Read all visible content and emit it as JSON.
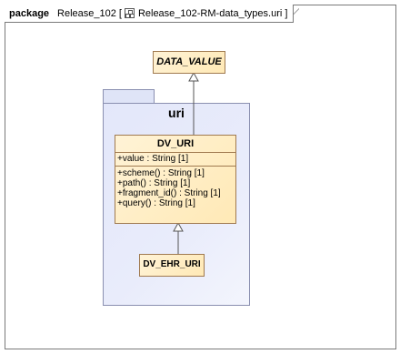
{
  "frame": {
    "keyword": "package",
    "name": "Release_102",
    "bracket_open": "[",
    "diagram_name": "Release_102-RM-data_types.uri",
    "bracket_close": "]",
    "diagram_icon": "class-diagram-icon"
  },
  "package": {
    "name": "uri"
  },
  "classes": {
    "data_value": {
      "name": "DATA_VALUE"
    },
    "dv_uri": {
      "name": "DV_URI",
      "attributes": [
        "+value : String [1]"
      ],
      "operations": [
        "+scheme() : String [1]",
        "+path() : String [1]",
        "+fragment_id() : String [1]",
        "+query() : String [1]"
      ]
    },
    "dv_ehr_uri": {
      "name": "DV_EHR_URI"
    }
  },
  "colors": {
    "class_fill": "#ffe9b6",
    "package_fill": "#e3e7fa",
    "border": "#a07a50"
  }
}
